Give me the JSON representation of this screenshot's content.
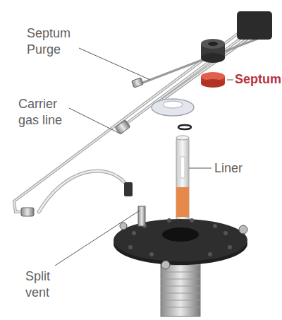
{
  "diagram": {
    "labels": [
      "Septum Purge",
      "Carrier gas line",
      "Septum",
      "Liner",
      "Split vent"
    ]
  }
}
